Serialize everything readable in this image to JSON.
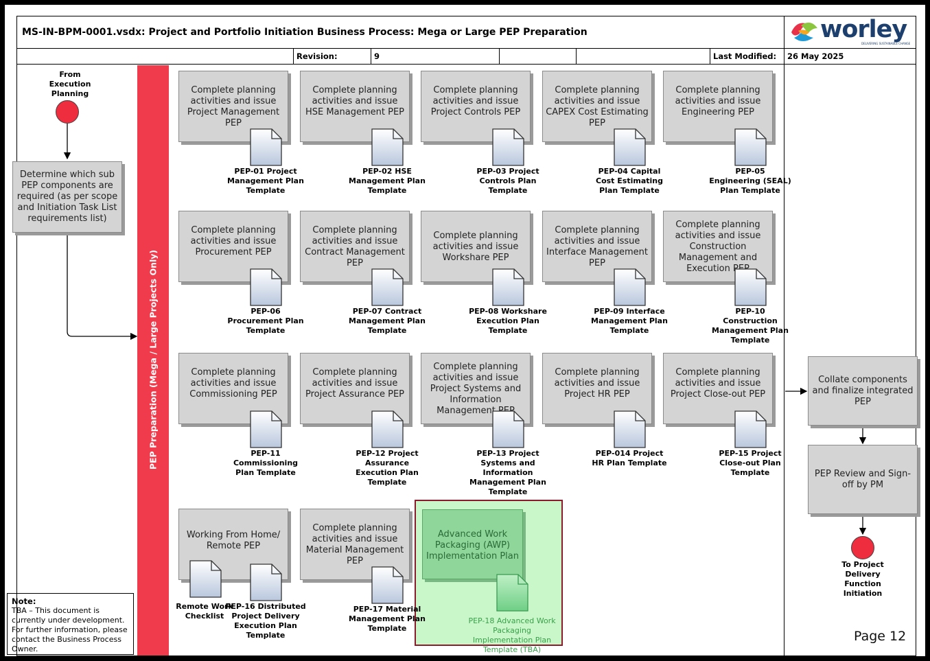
{
  "header": {
    "title": "MS-IN-BPM-0001.vsdx: Project and Portfolio Initiation Business Process: Mega or Large PEP Preparation",
    "revision_label": "Revision:",
    "revision_value": "9",
    "last_modified_label": "Last Modified:",
    "last_modified_value": "26 May 2025",
    "logo_text": "worley",
    "logo_tagline": "DELIVERING SUSTAINABLE CHANGE"
  },
  "lane_label": "PEP Preparation (Mega / Large Projects Only)",
  "start": {
    "label": "From Execution Planning"
  },
  "determine": {
    "label": "Determine which sub PEP components are required (as per scope and Initiation Task List requirements list)"
  },
  "tasks": [
    {
      "text": "Complete planning activities and issue Project Management PEP",
      "doc": "PEP-01 Project Management Plan Template"
    },
    {
      "text": "Complete planning activities and issue HSE Management PEP",
      "doc": "PEP-02 HSE Management Plan  Template"
    },
    {
      "text": "Complete planning activities and issue Project Controls PEP",
      "doc": "PEP-03 Project Controls Plan Template"
    },
    {
      "text": "Complete planning activities and issue CAPEX Cost Estimating PEP",
      "doc": "PEP-04 Capital Cost Estimating Plan Template"
    },
    {
      "text": "Complete planning activities and issue Engineering PEP",
      "doc": "PEP-05 Engineering (SEAL) Plan Template"
    },
    {
      "text": "Complete planning activities and issue Procurement PEP",
      "doc": "PEP-06 Procurement Plan Template"
    },
    {
      "text": "Complete planning activities and issue Contract Management PEP",
      "doc": "PEP-07 Contract Management Plan Template"
    },
    {
      "text": "Complete planning activities and issue Workshare PEP",
      "doc": "PEP-08 Workshare Execution Plan Template"
    },
    {
      "text": "Complete planning activities and issue Interface Management PEP",
      "doc": "PEP-09 Interface Management Plan  Template"
    },
    {
      "text": "Complete planning activities and issue Construction Management and Execution PEP",
      "doc": "PEP-10 Construction Management Plan Template"
    },
    {
      "text": "Complete planning activities and issue Commissioning PEP",
      "doc": "PEP-11 Commissioning Plan Template"
    },
    {
      "text": "Complete planning activities and issue Project Assurance PEP",
      "doc": "PEP-12 Project Assurance Execution Plan Template"
    },
    {
      "text": "Complete planning activities and issue Project Systems and Information Management PEP",
      "doc": "PEP-13 Project Systems and Information Management Plan Template"
    },
    {
      "text": "Complete planning activities and issue Project HR PEP",
      "doc": "PEP-014 Project HR Plan Template"
    },
    {
      "text": "Complete planning activities and issue Project Close-out PEP",
      "doc": "PEP-15 Project Close-out Plan Template"
    },
    {
      "text": "Working From Home/ Remote PEP",
      "doc": "PEP-16 Distributed Project Delivery Execution Plan Template",
      "doc2": "Remote Work Checklist"
    },
    {
      "text": "Complete planning activities and issue Material Management PEP",
      "doc": "PEP-17 Material Management Plan Template"
    },
    {
      "text": "Advanced Work Packaging (AWP) Implementation Plan",
      "doc": "PEP-18 Advanced Work Packaging Implementation Plan Template (TBA)"
    }
  ],
  "collate": {
    "label": "Collate components and finalize integrated PEP"
  },
  "review": {
    "label": "PEP Review and Sign-off by PM"
  },
  "end": {
    "label": "To Project Delivery Function Initiation"
  },
  "note": {
    "heading": "Note:",
    "body": "TBA – This document is currently under development. For further information, please contact the Business Process Owner."
  },
  "page_label": "Page 12",
  "colors": {
    "lane": "#f03b4c",
    "task_fill": "#d4d4d4",
    "awp_fill": "#8fd69a",
    "highlight_border": "#8b1a2a",
    "highlight_fill": "#c9f7c9"
  }
}
